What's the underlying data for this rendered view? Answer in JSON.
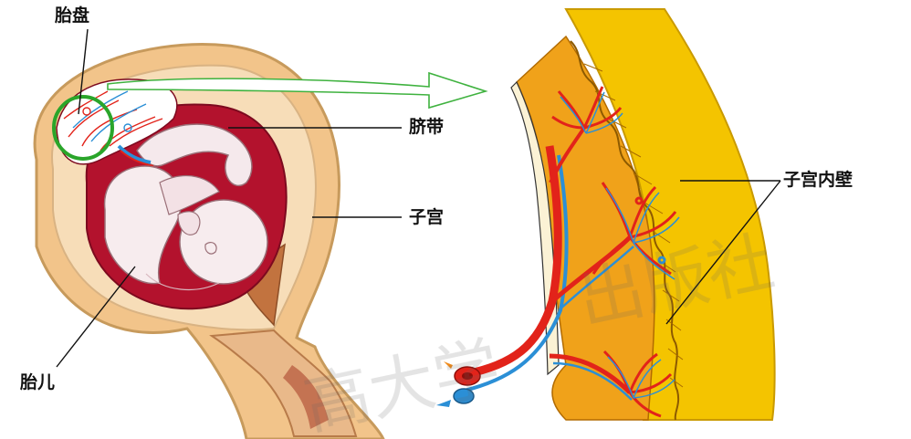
{
  "labels": {
    "placenta": "胎盘",
    "umbilical_cord": "脐带",
    "uterus": "子宫",
    "fetus": "胎儿",
    "uterine_inner_wall": "子宫内壁"
  },
  "watermark": "高大学出版社",
  "colors": {
    "uterus_wall": "#f2c48a",
    "uterus_outline": "#c79a5c",
    "amniotic_red": "#b3122d",
    "fetus_skin": "#f7ecee",
    "artery_red": "#e2231a",
    "vein_blue": "#2b8fd6",
    "highlight_circle": "#2aa52a",
    "endometrium_yellow": "#f4c400",
    "tissue_orange": "#f0a21a"
  }
}
